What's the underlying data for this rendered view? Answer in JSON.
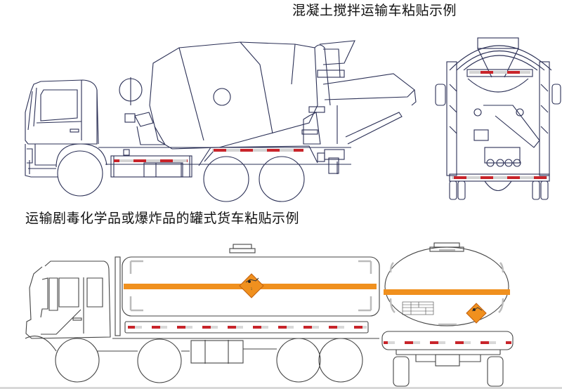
{
  "figure": {
    "sections": [
      {
        "id": "mixer",
        "title": "混凝土搅拌运输车粘贴示例",
        "views": [
          "side-view",
          "rear-view"
        ],
        "line_color": "#2a2f55",
        "reflective_strip_colors": {
          "red": "#c8242a",
          "white": "#d4d4d4"
        }
      },
      {
        "id": "tanker",
        "title": "运输剧毒化学品或爆炸品的罐式货车粘贴示例",
        "views": [
          "side-view",
          "rear-view"
        ],
        "line_color": "#444444",
        "stripe_color": "#f0901e",
        "hazard_label": {
          "shape": "diamond",
          "color": "#f0901e",
          "code": "1"
        },
        "reflective_strip_colors": {
          "red": "#c8242a",
          "white": "#d4d4d4"
        },
        "rear_info_table": {
          "rows": 4,
          "cols": 4
        }
      }
    ]
  }
}
